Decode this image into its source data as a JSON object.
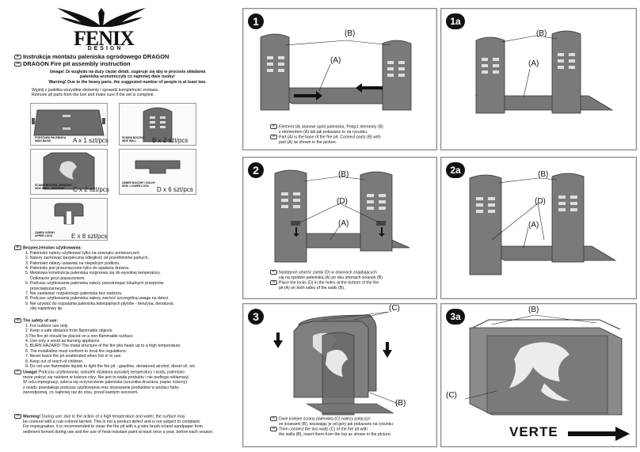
{
  "brand": {
    "name": "FENIX",
    "sub": "DESIGN"
  },
  "lang": {
    "pl": "PL",
    "gb": "GB"
  },
  "title": {
    "pl": "Instrukcja montażu paleniska ogrodowego DRAGON",
    "en": "DRAGON Fire pit assembly instruction"
  },
  "warning": {
    "pl1": "Uwaga! Ze względu na duży ciężar detali, sugeruje się aby w procesie składania",
    "pl2": "paleniska uczestniczyły co najmniej dwie osoby!",
    "en": "Warning! Due to the heavy parts, the suggested number of people is at least two."
  },
  "unpack": {
    "pl": "Wyjmij z pudełka wszystkie elementy i sprawdź kompletność zestawu.",
    "en": "Remove all parts from the box and make sure if the set is complete."
  },
  "parts": [
    {
      "pl": "PODSTAWA PALENISKA",
      "en": "MAIN BASIS",
      "qty": "A x 1 szt/pcs"
    },
    {
      "pl": "ŚCIANA BOCZNA",
      "en": "SIDE WALL",
      "qty": "B x 2 szt/pcs"
    },
    {
      "pl": "ŚCIANA BOCZNA „DRAGON\"",
      "en": "SIDE WALL „DRAGON\"",
      "qty": "C x 2 szt/pcs"
    },
    {
      "pl": "ZAMEK BOCZNY / DOLNY",
      "en": "SIDE / LOWER LOCK",
      "qty": "D x 6 szt/pcs"
    },
    {
      "pl": "ZAMEK GÓRNY",
      "en": "UPPER LOCK",
      "qty": "E x 8 szt/pcs"
    }
  ],
  "safety_pl": {
    "title": "Bezpieczeństwo użytkowania:",
    "items": [
      "1. Palenisko należy użytkować tylko na zewnątrz pomieszczeń.",
      "2. Należy zachować bezpieczną odległość od przedmiotów palnych.",
      "3. Palenisko należy ustawiać na niepalnym podłożu.",
      "4. Palenisko jest przeznaczone tylko do spalania drewna.",
      "5. Metalowa konstrukcja paleniska rozgrzewa się do wysokiej temperatury.",
      "   Dotknięcie grozi poparzeniem.",
      "6. Podczas użytkowania paleniska należy przestrzegać lokalnych przepisów",
      "   przeciwpożarowych.",
      "7. Nie zastawiać rozpalonego paleniska bez nadzoru.",
      "8. Podczas użytkowania paleniska należy zwrócić szczególną uwagę na dzieci.",
      "9. Nie używać do rozpalania paleniska łatwopalnych płynów - benzyna, denaturat,",
      "   olej napędowy itp."
    ]
  },
  "safety_en": {
    "title": "The safety of use:",
    "items": [
      "1. For outdoor use only.",
      "2. Keep a safe distance from flammable objects.",
      "3.The fire pit should be placed on a non-flammable surface.",
      "4. Use only a wood as burning appliance.",
      "5. BURN HAZARD! The metal structure of the fire pits heats up to a high temperature.",
      "6. The installation must conform to local fire regulations.",
      "7. Never leave fire pit unattended when hot or in use.",
      "8. Keep out of reach of children.",
      "9. Do not use flammable liquids to light the fire pit - gasoline, denatured alcohol, diesel oil, etc."
    ]
  },
  "note_pl": {
    "title": "Uwaga!",
    "lines": [
      " Podczas użytkowania, wskutek działania wysokiej temperatury i wody, palenisko",
      "może pokryć się  nalotem w kolorze rdzy. Nie jest to wadą produktu i nie podlega reklamacji.",
      "W celu impregnacji, zaleca się oczyszczenie paleniska (szczotka druciana, papier ścierny)",
      "z osadu powstałego podczas użytkowania oraz stosowanie produktów w postaci farby",
      "żaroodpornej, co najmniej raz do roku, przed każdym sezonem."
    ]
  },
  "note_en": {
    "title": "Warning!",
    "lines": [
      " During use, due to the action of a high temperature and water, the surface may",
      "be covered with a rust-colored tarnish. This is not a product defect and is not subject to complaint.",
      "For impregnation, it is recommended to clean the fire pit with e.g wire brush or/and sandpaper from",
      "sediment formed during use and the use of heat-resistant paint at least once a year, before each season."
    ]
  },
  "steps": [
    {
      "num": "1",
      "labels": [
        "(B)",
        "(A)"
      ],
      "pl": [
        "Element (A) stanowi spód paleniska. Połącz elementy (B)",
        "z elementem (A) tak jak pokazano to na rysunku."
      ],
      "en": [
        "Part (A) is the base of the fire pit. Connect parts (B) with",
        "part (A) as shown in the picture."
      ]
    },
    {
      "num": "1a",
      "labels": [
        "(B)",
        "(A)"
      ]
    },
    {
      "num": "2",
      "labels": [
        "(B)",
        "(D)",
        "(A)"
      ],
      "pl": [
        "Następnie umieść zamki (D) w otworach znajdujących",
        "się na spodzie paleniska (A) po obu stronach ścianek (B)"
      ],
      "en": [
        "Place the locks (D) in the holes at the bottom of the fire",
        "pit (A) on both sides of the walls (B)."
      ]
    },
    {
      "num": "2a",
      "labels": [
        "(B)",
        "(D)",
        "(A)"
      ]
    },
    {
      "num": "3",
      "labels": [
        "(C)",
        "(B)"
      ],
      "pl": [
        "Dwie kolejne ściany paleniska (C) należy połączyć",
        "ze ścianami (B), wsuwając je od góry jak pokazano na rysunku"
      ],
      "en": [
        "Then connect the two walls (C) of the fire pit with",
        "the walls (B), insert them from the top as shown in the picture."
      ]
    },
    {
      "num": "3a",
      "labels": [
        "(B)",
        "(C)"
      ]
    }
  ],
  "verte": "VERTE"
}
